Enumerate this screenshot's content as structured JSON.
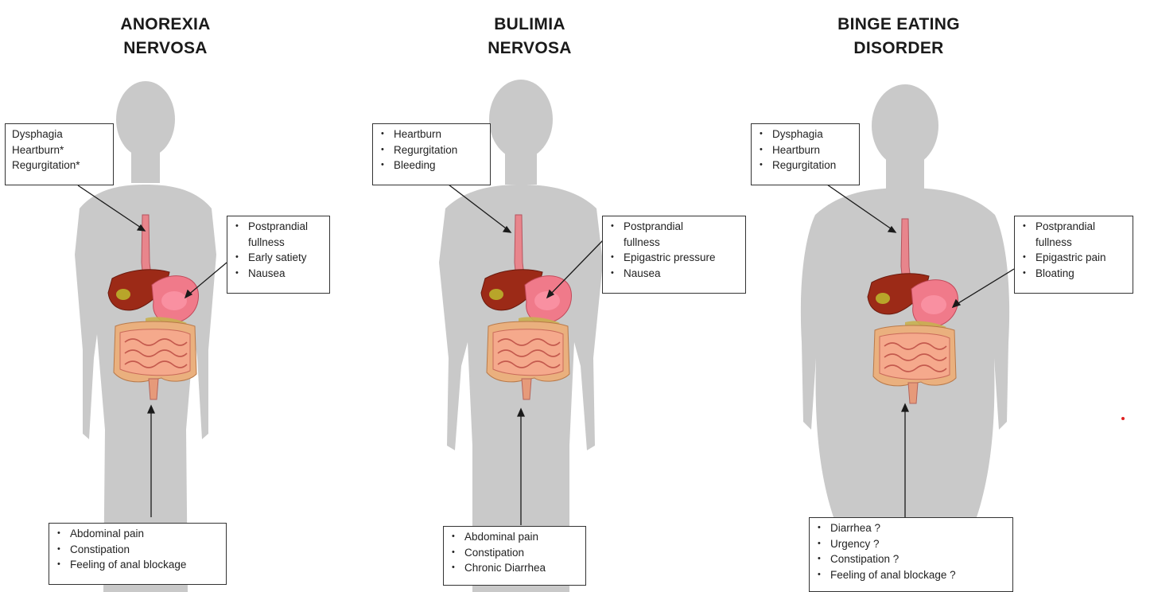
{
  "panels": [
    {
      "title_line1": "ANOREXIA",
      "title_line2": "NERVOSA",
      "upper": [
        "Dysphagia",
        "Heartburn*",
        "Regurgitation*"
      ],
      "stomach": [
        "Postprandial fullness",
        "Early satiety",
        "Nausea"
      ],
      "lower": [
        "Abdominal pain",
        "Constipation",
        "Feeling of anal blockage"
      ]
    },
    {
      "title_line1": "BULIMIA",
      "title_line2": "NERVOSA",
      "upper": [
        "Heartburn",
        "Regurgitation",
        "Bleeding"
      ],
      "stomach": [
        "Postprandial fullness",
        "Epigastric pressure",
        "Nausea"
      ],
      "lower": [
        "Abdominal pain",
        "Constipation",
        "Chronic Diarrhea"
      ]
    },
    {
      "title_line1": "BINGE EATING",
      "title_line2": "DISORDER",
      "upper": [
        "Dysphagia",
        "Heartburn",
        "Regurgitation"
      ],
      "stomach": [
        "Postprandial fullness",
        "Epigastric pain",
        "Bloating"
      ],
      "lower": [
        "Diarrhea ?",
        "Urgency ?",
        "Constipation ?",
        "Feeling of anal blockage ?"
      ]
    }
  ],
  "colors": {
    "silhouette": "#c9c9c9",
    "liver": "#9c2a17",
    "stomach": "#f07a8a",
    "intestine": "#f5a98c",
    "colon": "#eab07e",
    "esophagus": "#e8858c",
    "pointer": "#1a1a1a"
  }
}
